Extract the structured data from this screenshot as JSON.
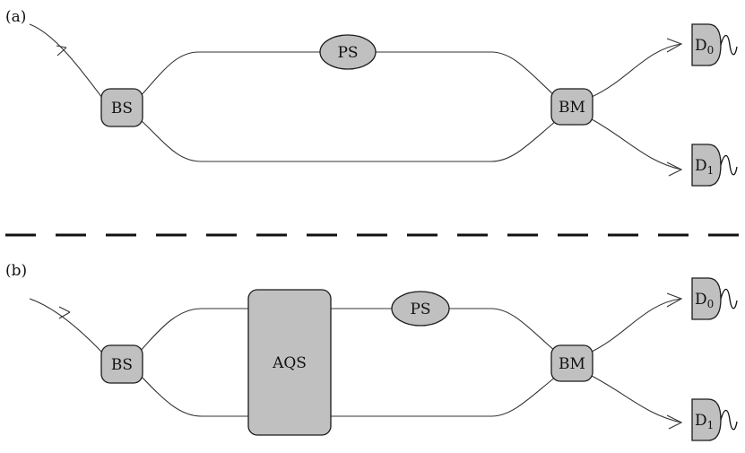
{
  "panel_a": {
    "tag": "(a)",
    "splitter": "BS",
    "phase_shifter": "PS",
    "merger": "BM",
    "detector_0": {
      "base": "D",
      "sub": "0"
    },
    "detector_1": {
      "base": "D",
      "sub": "1"
    }
  },
  "panel_b": {
    "tag": "(b)",
    "splitter": "BS",
    "device": "AQS",
    "phase_shifter": "PS",
    "merger": "BM",
    "detector_0": {
      "base": "D",
      "sub": "0"
    },
    "detector_1": {
      "base": "D",
      "sub": "1"
    }
  },
  "colors": {
    "component_fill": "#c0c0c0",
    "stroke": "#1a1a1a",
    "wire": "#333333"
  }
}
